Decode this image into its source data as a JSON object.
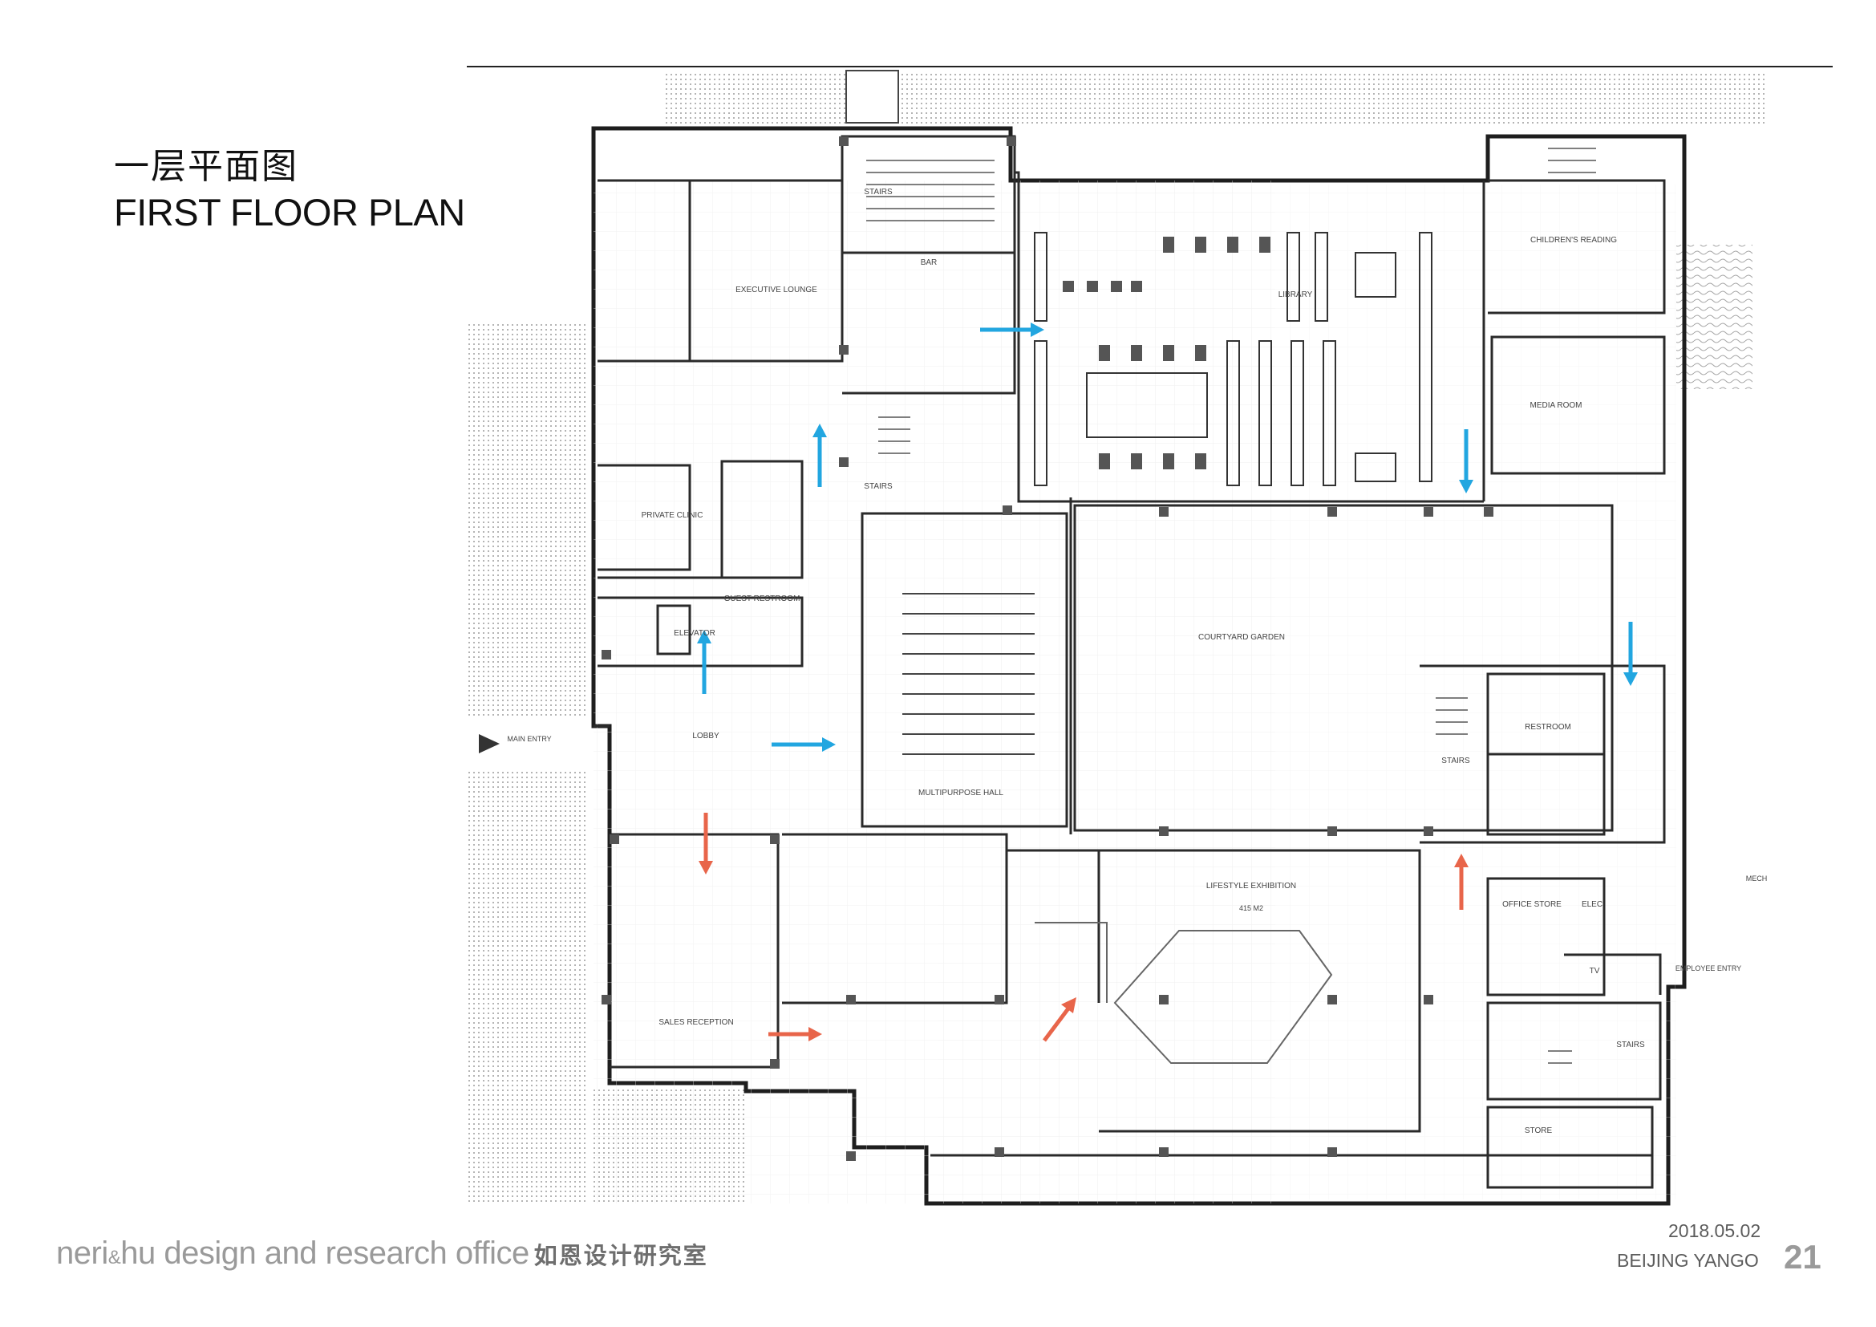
{
  "title": {
    "cn": "一层平面图",
    "en": "FIRST FLOOR PLAN"
  },
  "rooms": {
    "stairs_top": "STAIRS",
    "bar": "BAR",
    "executive_lounge": "EXECUTIVE LOUNGE",
    "library": "LIBRARY",
    "childrens_reading": "CHILDREN'S READING",
    "media_room": "MEDIA ROOM",
    "stairs_mid": "STAIRS",
    "private_clinic": "PRIVATE CLINIC",
    "guest_restroom": "GUEST RESTROOM",
    "elevator": "ELEVATOR",
    "courtyard_garden": "COURTYARD GARDEN",
    "main_entry": "MAIN ENTRY",
    "lobby": "LOBBY",
    "multipurpose_hall": "MULTIPURPOSE HALL",
    "stairs_right": "STAIRS",
    "restroom": "RESTROOM",
    "lifestyle_exhibition": "LIFESTYLE EXHIBITION",
    "lifestyle_area": "415 M2",
    "mech": "MECH",
    "office_store": "OFFICE STORE",
    "elec": "ELEC",
    "tv": "TV",
    "employee_entry": "EMPLOYEE ENTRY",
    "sales_reception": "SALES RECEPTION",
    "stairs_bottom": "STAIRS",
    "store": "STORE"
  },
  "arrow_colors": {
    "circulation": "#22a6e0",
    "visitor_flow": "#e8654a"
  },
  "footer": {
    "brand_a": "neri",
    "brand_amp": "&",
    "brand_b": "hu design and research office",
    "brand_cn": "如恩设计研究室",
    "date": "2018.05.02",
    "project": "BEIJING YANGO",
    "page": "21"
  }
}
